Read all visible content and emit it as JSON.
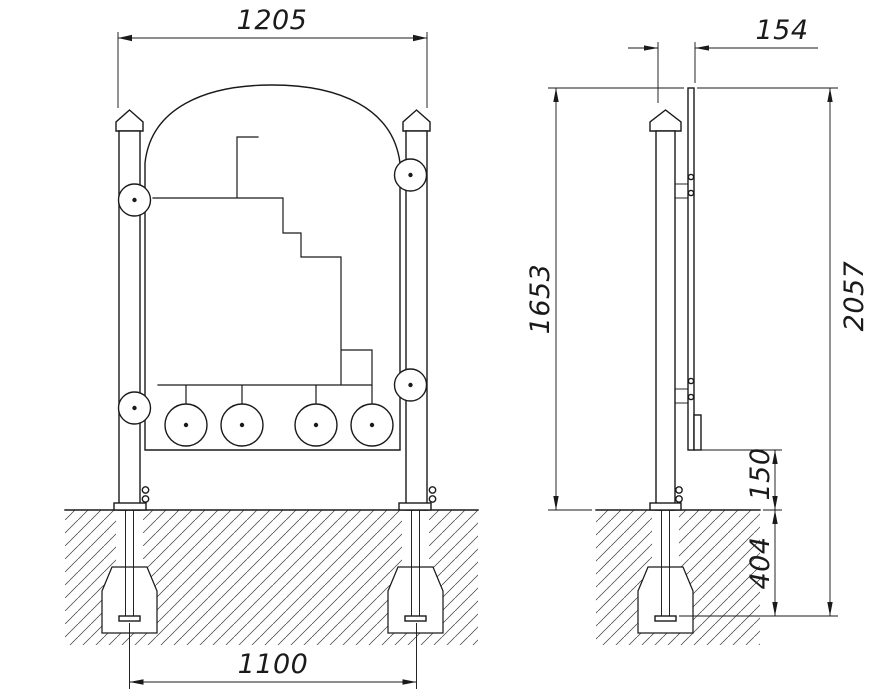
{
  "colors": {
    "line": "#1a1a1a",
    "hatch": "#3f3f3f",
    "background": "#ffffff"
  },
  "dimensions": {
    "panel_width": "1205",
    "anchor_spacing": "1100",
    "panel_offset": "154",
    "height_above_ground": "1653",
    "total_height": "2057",
    "ground_clearance": "150",
    "embed_depth": "404"
  }
}
